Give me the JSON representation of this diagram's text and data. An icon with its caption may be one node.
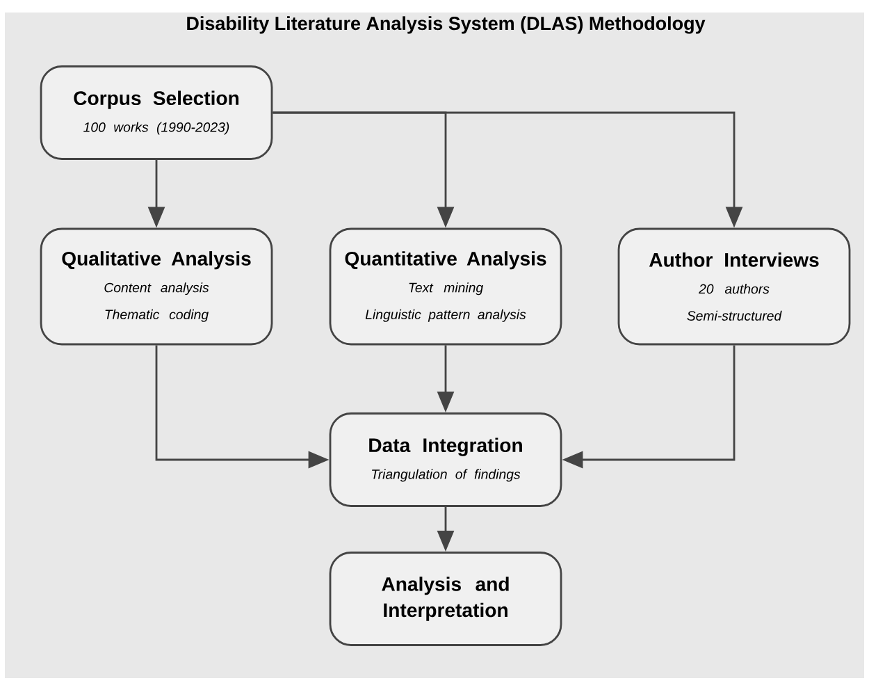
{
  "diagram": {
    "title": "Disability Literature Analysis System (DLAS) Methodology",
    "nodes": [
      {
        "text": [
          "Corpus Selection",
          "100 works (1990-2023)"
        ]
      },
      {
        "text": [
          "Qualitative Analysis",
          "Content analysis",
          "Thematic coding"
        ]
      },
      {
        "text": [
          "Quantitative Analysis",
          "Text mining",
          "Linguistic pattern analysis"
        ]
      },
      {
        "text": [
          "Author Interviews",
          "20 authors",
          "Semi-structured"
        ]
      },
      {
        "text": [
          "Data Integration",
          "Triangulation of findings"
        ]
      },
      {
        "text": [
          "Analysis and Interpretation"
        ]
      }
    ],
    "edges": [
      {
        "from": 0,
        "to": 1,
        "arrow": "to"
      },
      {
        "from": 0,
        "to": 2,
        "arrow": "to"
      },
      {
        "from": 0,
        "to": 3,
        "arrow": "to"
      },
      {
        "from": 1,
        "to": 4,
        "arrow": "to"
      },
      {
        "from": 2,
        "to": 4,
        "arrow": "to"
      },
      {
        "from": 3,
        "to": 4,
        "arrow": "to"
      },
      {
        "from": 4,
        "to": 5,
        "arrow": "to"
      }
    ]
  }
}
